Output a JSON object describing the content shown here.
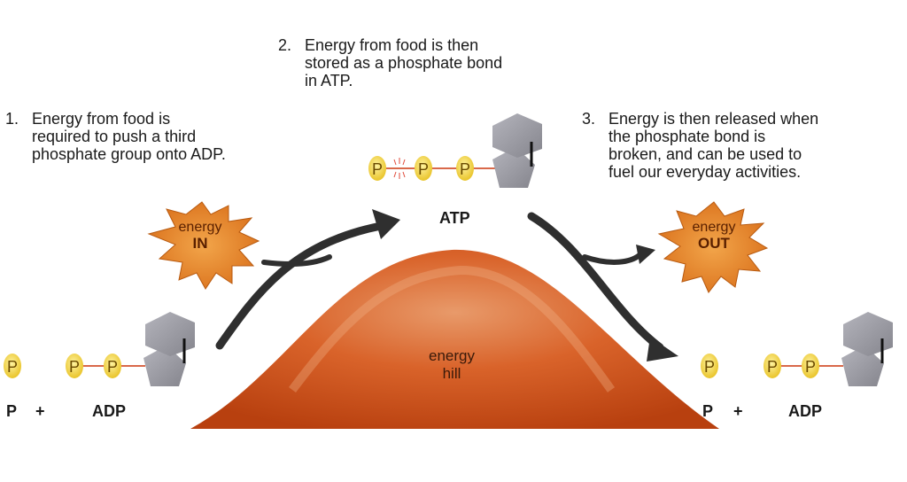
{
  "steps": [
    {
      "number": "1.",
      "lines": [
        "Energy from food is",
        "required to push a third",
        "phosphate group onto ADP."
      ]
    },
    {
      "number": "2.",
      "lines": [
        "Energy from food is then",
        "stored as a phosphate bond",
        "in ATP."
      ]
    },
    {
      "number": "3.",
      "lines": [
        "Energy is then released when",
        "the phosphate bond is",
        "broken, and can be used to",
        "fuel our everyday activities."
      ]
    }
  ],
  "hill": {
    "line1": "energy",
    "line2": "hill"
  },
  "energy_in": {
    "line1": "energy",
    "line2": "IN"
  },
  "energy_out": {
    "line1": "energy",
    "line2": "OUT"
  },
  "molecules": {
    "atp_label": "ATP",
    "adp_label": "ADP",
    "phosphate_label": "P",
    "plus": "+",
    "p_glyph": "P"
  },
  "colors": {
    "hill_dark": "#b8400f",
    "hill_mid": "#d9632a",
    "hill_light": "#e89a6a",
    "burst": "#e58a25",
    "phosphate": "#f3d33a",
    "bond": "#d9694a",
    "sugar": "#9a9aa2",
    "arrow": "#2f2f2f"
  }
}
